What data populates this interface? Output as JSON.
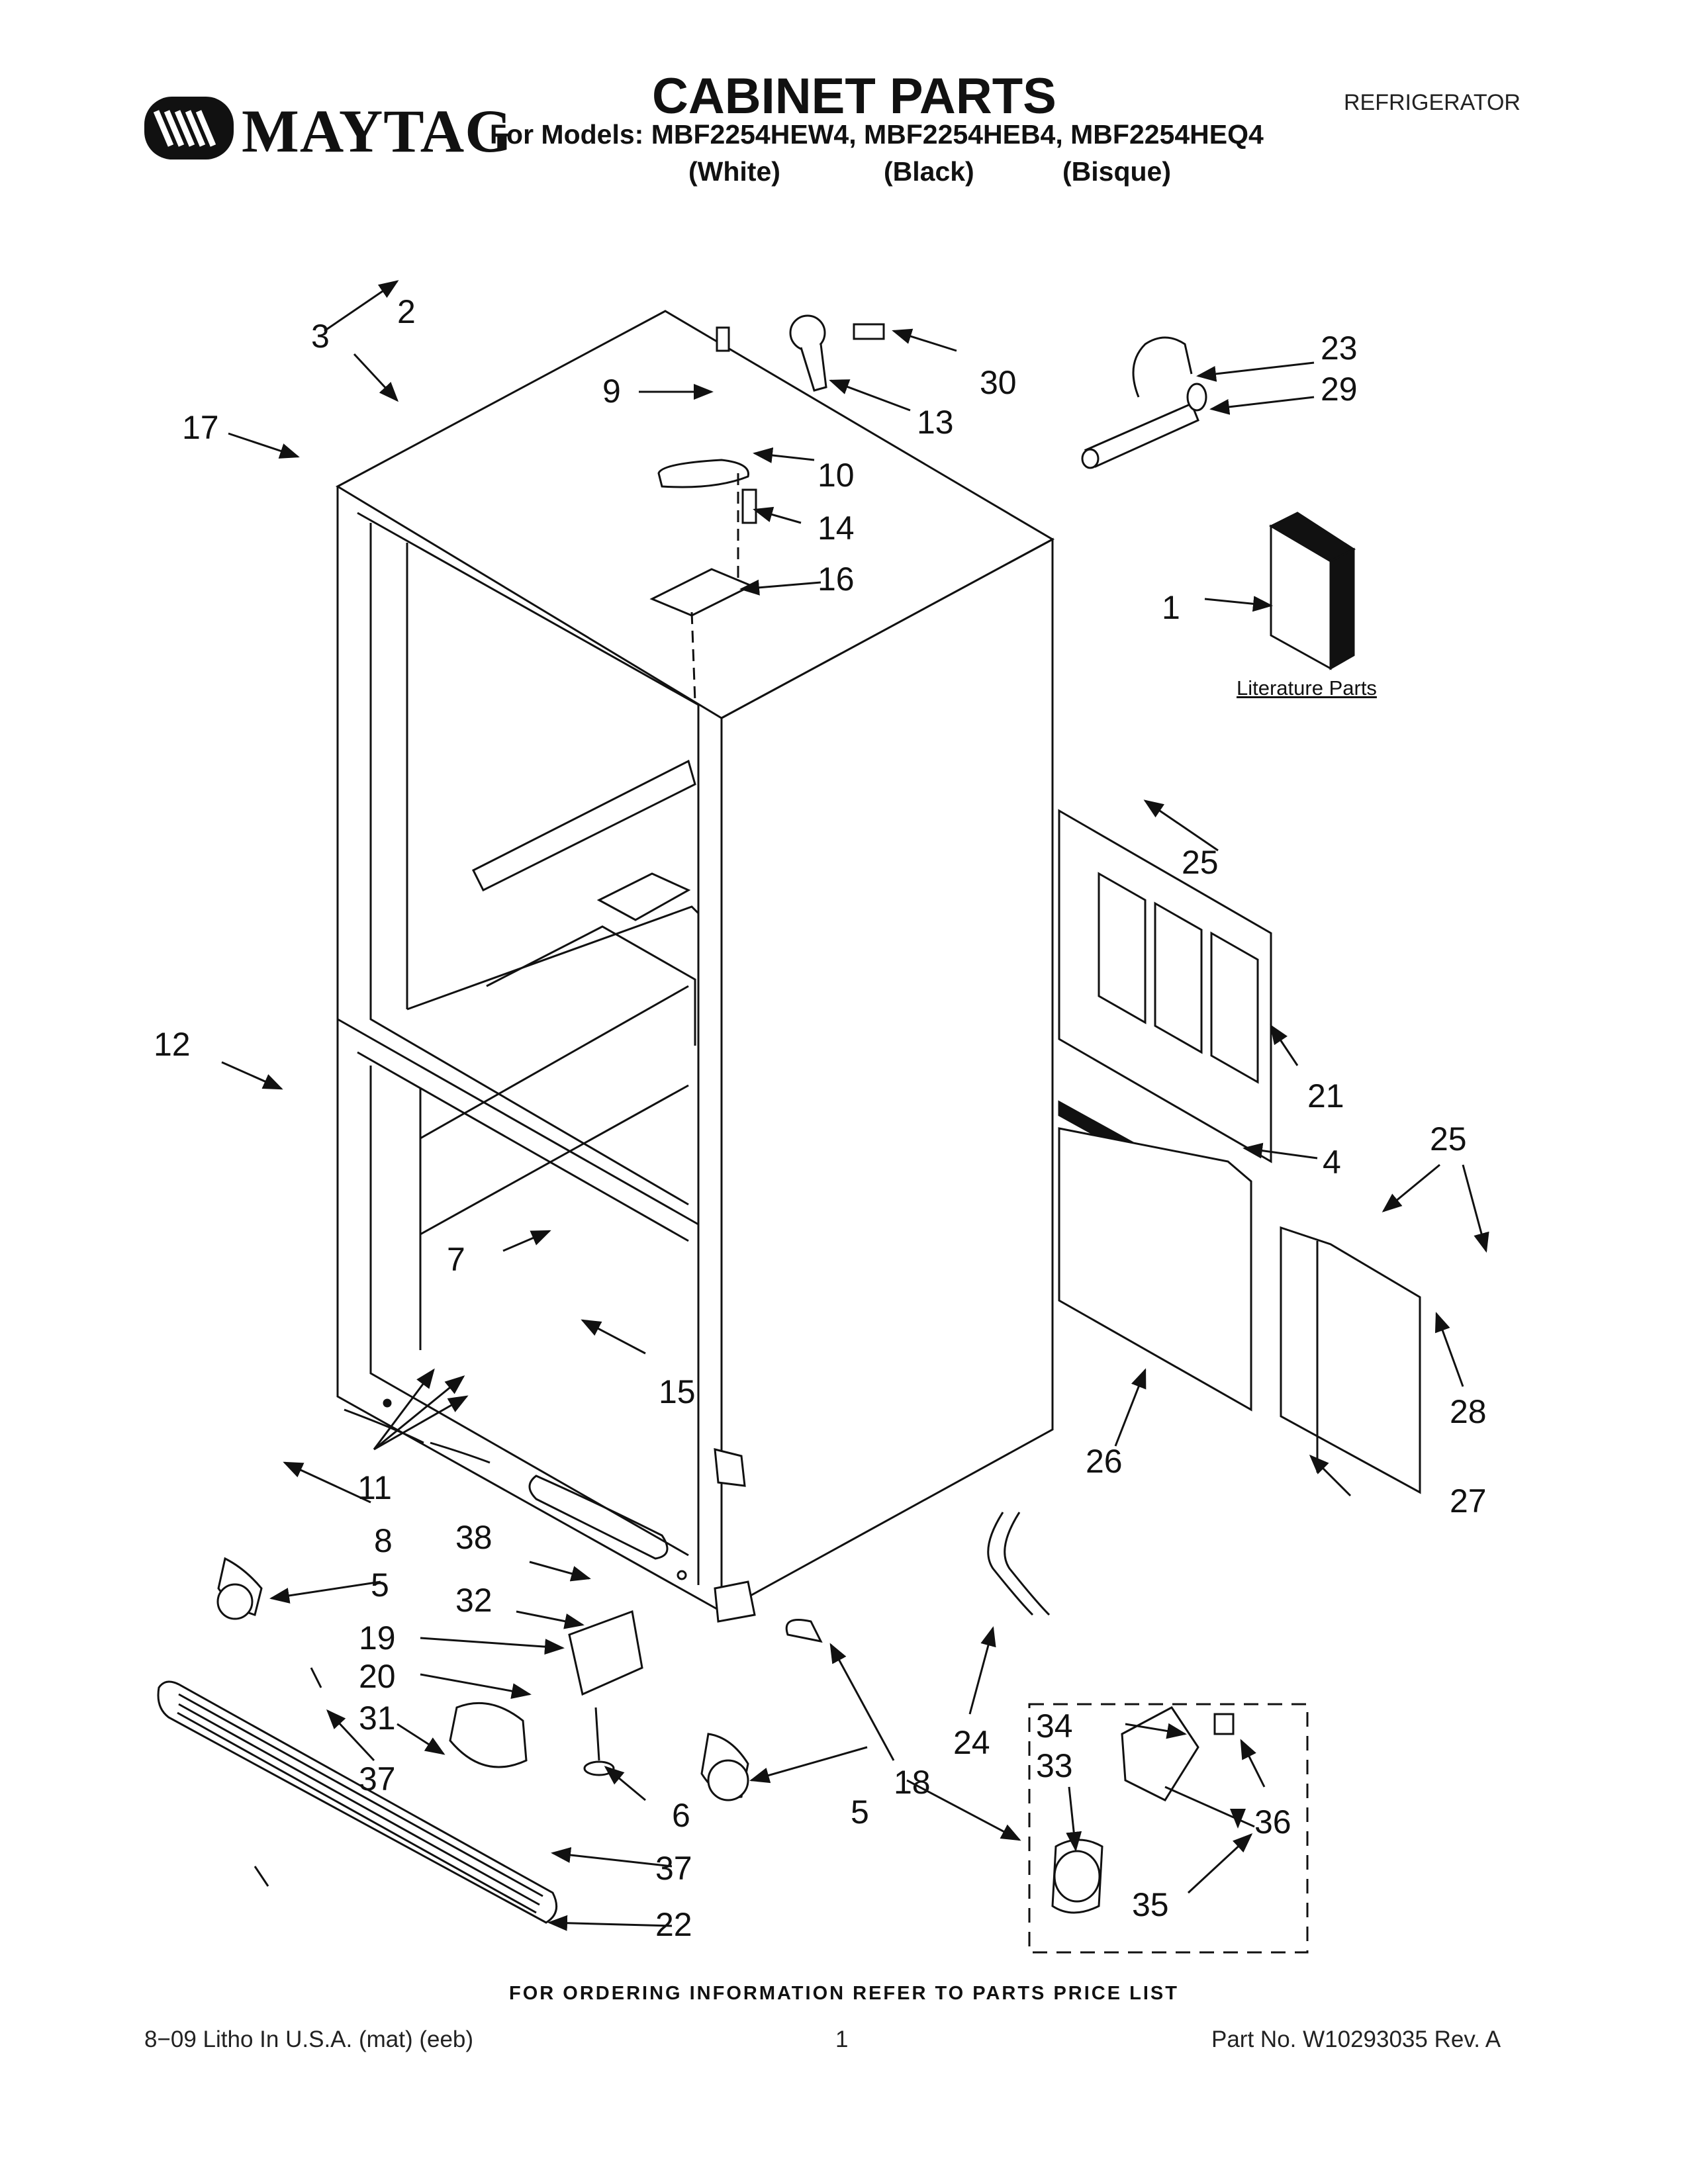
{
  "header": {
    "brand": "MAYTAG",
    "title": "CABINET PARTS",
    "models_line": "For Models: MBF2254HEW4, MBF2254HEB4, MBF2254HEQ4",
    "colors": [
      "(White)",
      "(Black)",
      "(Bisque)"
    ],
    "category": "REFRIGERATOR"
  },
  "diagram": {
    "literature_label": "Literature Parts",
    "callouts": {
      "c1": "1",
      "c2": "2",
      "c3": "3",
      "c4": "4",
      "c5a": "5",
      "c5b": "5",
      "c6": "6",
      "c7": "7",
      "c8": "8",
      "c9": "9",
      "c10": "10",
      "c11": "11",
      "c12": "12",
      "c13": "13",
      "c14": "14",
      "c15": "15",
      "c16": "16",
      "c17": "17",
      "c18": "18",
      "c19": "19",
      "c20": "20",
      "c21": "21",
      "c22": "22",
      "c23": "23",
      "c24": "24",
      "c25a": "25",
      "c25b": "25",
      "c26": "26",
      "c27": "27",
      "c28": "28",
      "c29": "29",
      "c30": "30",
      "c31": "31",
      "c32": "32",
      "c33": "33",
      "c34": "34",
      "c35": "35",
      "c36": "36",
      "c37a": "37",
      "c37b": "37",
      "c38": "38"
    }
  },
  "footer": {
    "ordering": "FOR ORDERING INFORMATION REFER TO PARTS PRICE LIST",
    "litho": "8−09 Litho In U.S.A. (mat) (eeb)",
    "page": "1",
    "part_no": "Part No. W10293035 Rev. A"
  }
}
